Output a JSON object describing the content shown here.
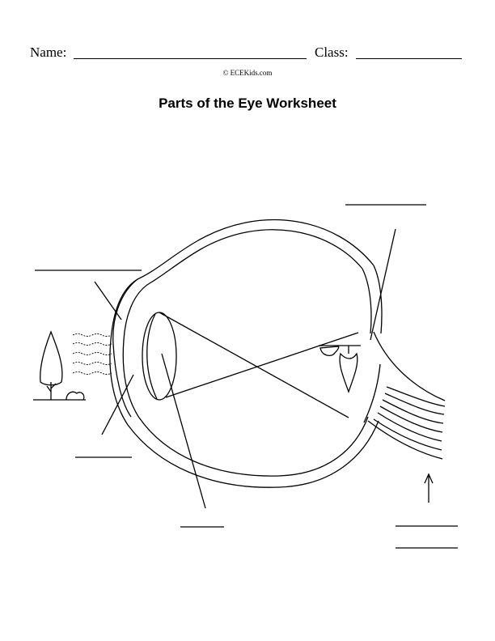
{
  "header": {
    "name_label": "Name:",
    "class_label": "Class:"
  },
  "copyright": "© ECEKids.com",
  "title": "Parts of the Eye Worksheet"
}
